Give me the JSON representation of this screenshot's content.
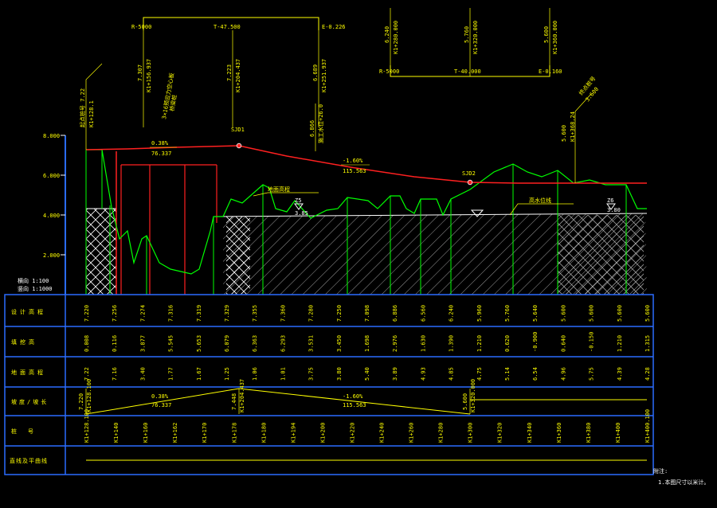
{
  "title": "",
  "axis": {
    "elevation_ticks": [
      "8.000",
      "6.000",
      "4.000",
      "2.000"
    ],
    "scale_lines": [
      "横向 1:100",
      "竖向 1:1000"
    ]
  },
  "vertical_curves": [
    {
      "R": "R-5000",
      "T": "T-47.500",
      "E": "E-0.226",
      "left": {
        "elev": "7.307",
        "station": "K1+156.937"
      },
      "mid": {
        "elev": "7.223",
        "station": "K1+204.437"
      },
      "right": {
        "elev": "6.689",
        "station": "K1+251.937"
      }
    },
    {
      "R": "R-5000",
      "T": "T-40.000",
      "E": "E-0.160",
      "left": {
        "elev": "6.240",
        "station": "K1+280.000"
      },
      "mid": {
        "elev": "5.760",
        "station": "K1+320.000"
      },
      "right": {
        "elev": "5.600",
        "station": "K1+360.000"
      }
    }
  ],
  "profile": {
    "pvi_labels": [
      "SJD1",
      "SJD2"
    ],
    "grade1": {
      "percent": "0.38%",
      "length": "76.337"
    },
    "grade2": {
      "percent": "-1.60%",
      "length": "115.563"
    },
    "annotations": [
      "起点桩号 7.22",
      "K1+128.1",
      "3×16预应力空心板",
      "桥梁桩",
      "6.866",
      "施工水位+26.0",
      "5.600",
      "K1+368.24",
      "终点桩号",
      "3.600",
      "地面高程",
      "高水位线"
    ],
    "water_marks": [
      {
        "label": "Z5",
        "value": "3.85"
      },
      {
        "label": "Z6",
        "value": "3.80"
      }
    ]
  },
  "table": {
    "row_labels": [
      "设计高程",
      "填挖高",
      "地面高程",
      "坡度/坡长",
      "桩号",
      "直线及平曲线"
    ],
    "design_elev": [
      "7.220",
      "7.256",
      "7.274",
      "7.316",
      "7.319",
      "7.329",
      "7.355",
      "7.360",
      "7.280",
      "7.250",
      "7.098",
      "6.886",
      "6.560",
      "6.240",
      "5.960",
      "5.760",
      "5.640",
      "5.600",
      "5.600",
      "5.600",
      "5.600"
    ],
    "fill_cut": [
      "0.008",
      "0.116",
      "3.877",
      "5.545",
      "5.653",
      "6.079",
      "6.363",
      "6.293",
      "3.531",
      "3.450",
      "1.698",
      "2.976",
      "1.630",
      "1.390",
      "1.210",
      "0.620",
      "-0.900",
      "0.640",
      "-0.150",
      "1.210",
      "1.315"
    ],
    "ground_elev": [
      "7.22",
      "7.16",
      "3.40",
      "1.77",
      "1.67",
      "1.25",
      "1.06",
      "1.01",
      "3.75",
      "3.80",
      "5.40",
      "3.89",
      "4.93",
      "4.85",
      "4.75",
      "5.14",
      "6.54",
      "4.96",
      "5.75",
      "4.39",
      "4.28"
    ],
    "stations": [
      "K1+128.100",
      "K1+140",
      "K1+160",
      "K1+162",
      "K1+170",
      "K1+178",
      "K1+180",
      "K1+194",
      "K1+200",
      "K1+220",
      "K1+240",
      "K1+260",
      "K1+280",
      "K1+300",
      "K1+320",
      "K1+340",
      "K1+360",
      "K1+380",
      "K1+400",
      "K1+400.100"
    ],
    "grade_row": {
      "start_elev": "7.220",
      "start_station": "K1+128.100",
      "pvi_elev": "7.448",
      "pvi_station": "K1+204.437",
      "end_elev": "5.600",
      "end_station": "K1+320.000",
      "g1": "0.38%",
      "l1": "76.337",
      "g2": "-1.60%",
      "l2": "115.563"
    }
  },
  "notes": {
    "heading": "附注:",
    "line1": "1.本图尺寸以米计。"
  },
  "colors": {
    "design_line": "#ff2020",
    "ground_line": "#00ff00",
    "text": "#ffff00",
    "frame": "#2a6cff"
  }
}
